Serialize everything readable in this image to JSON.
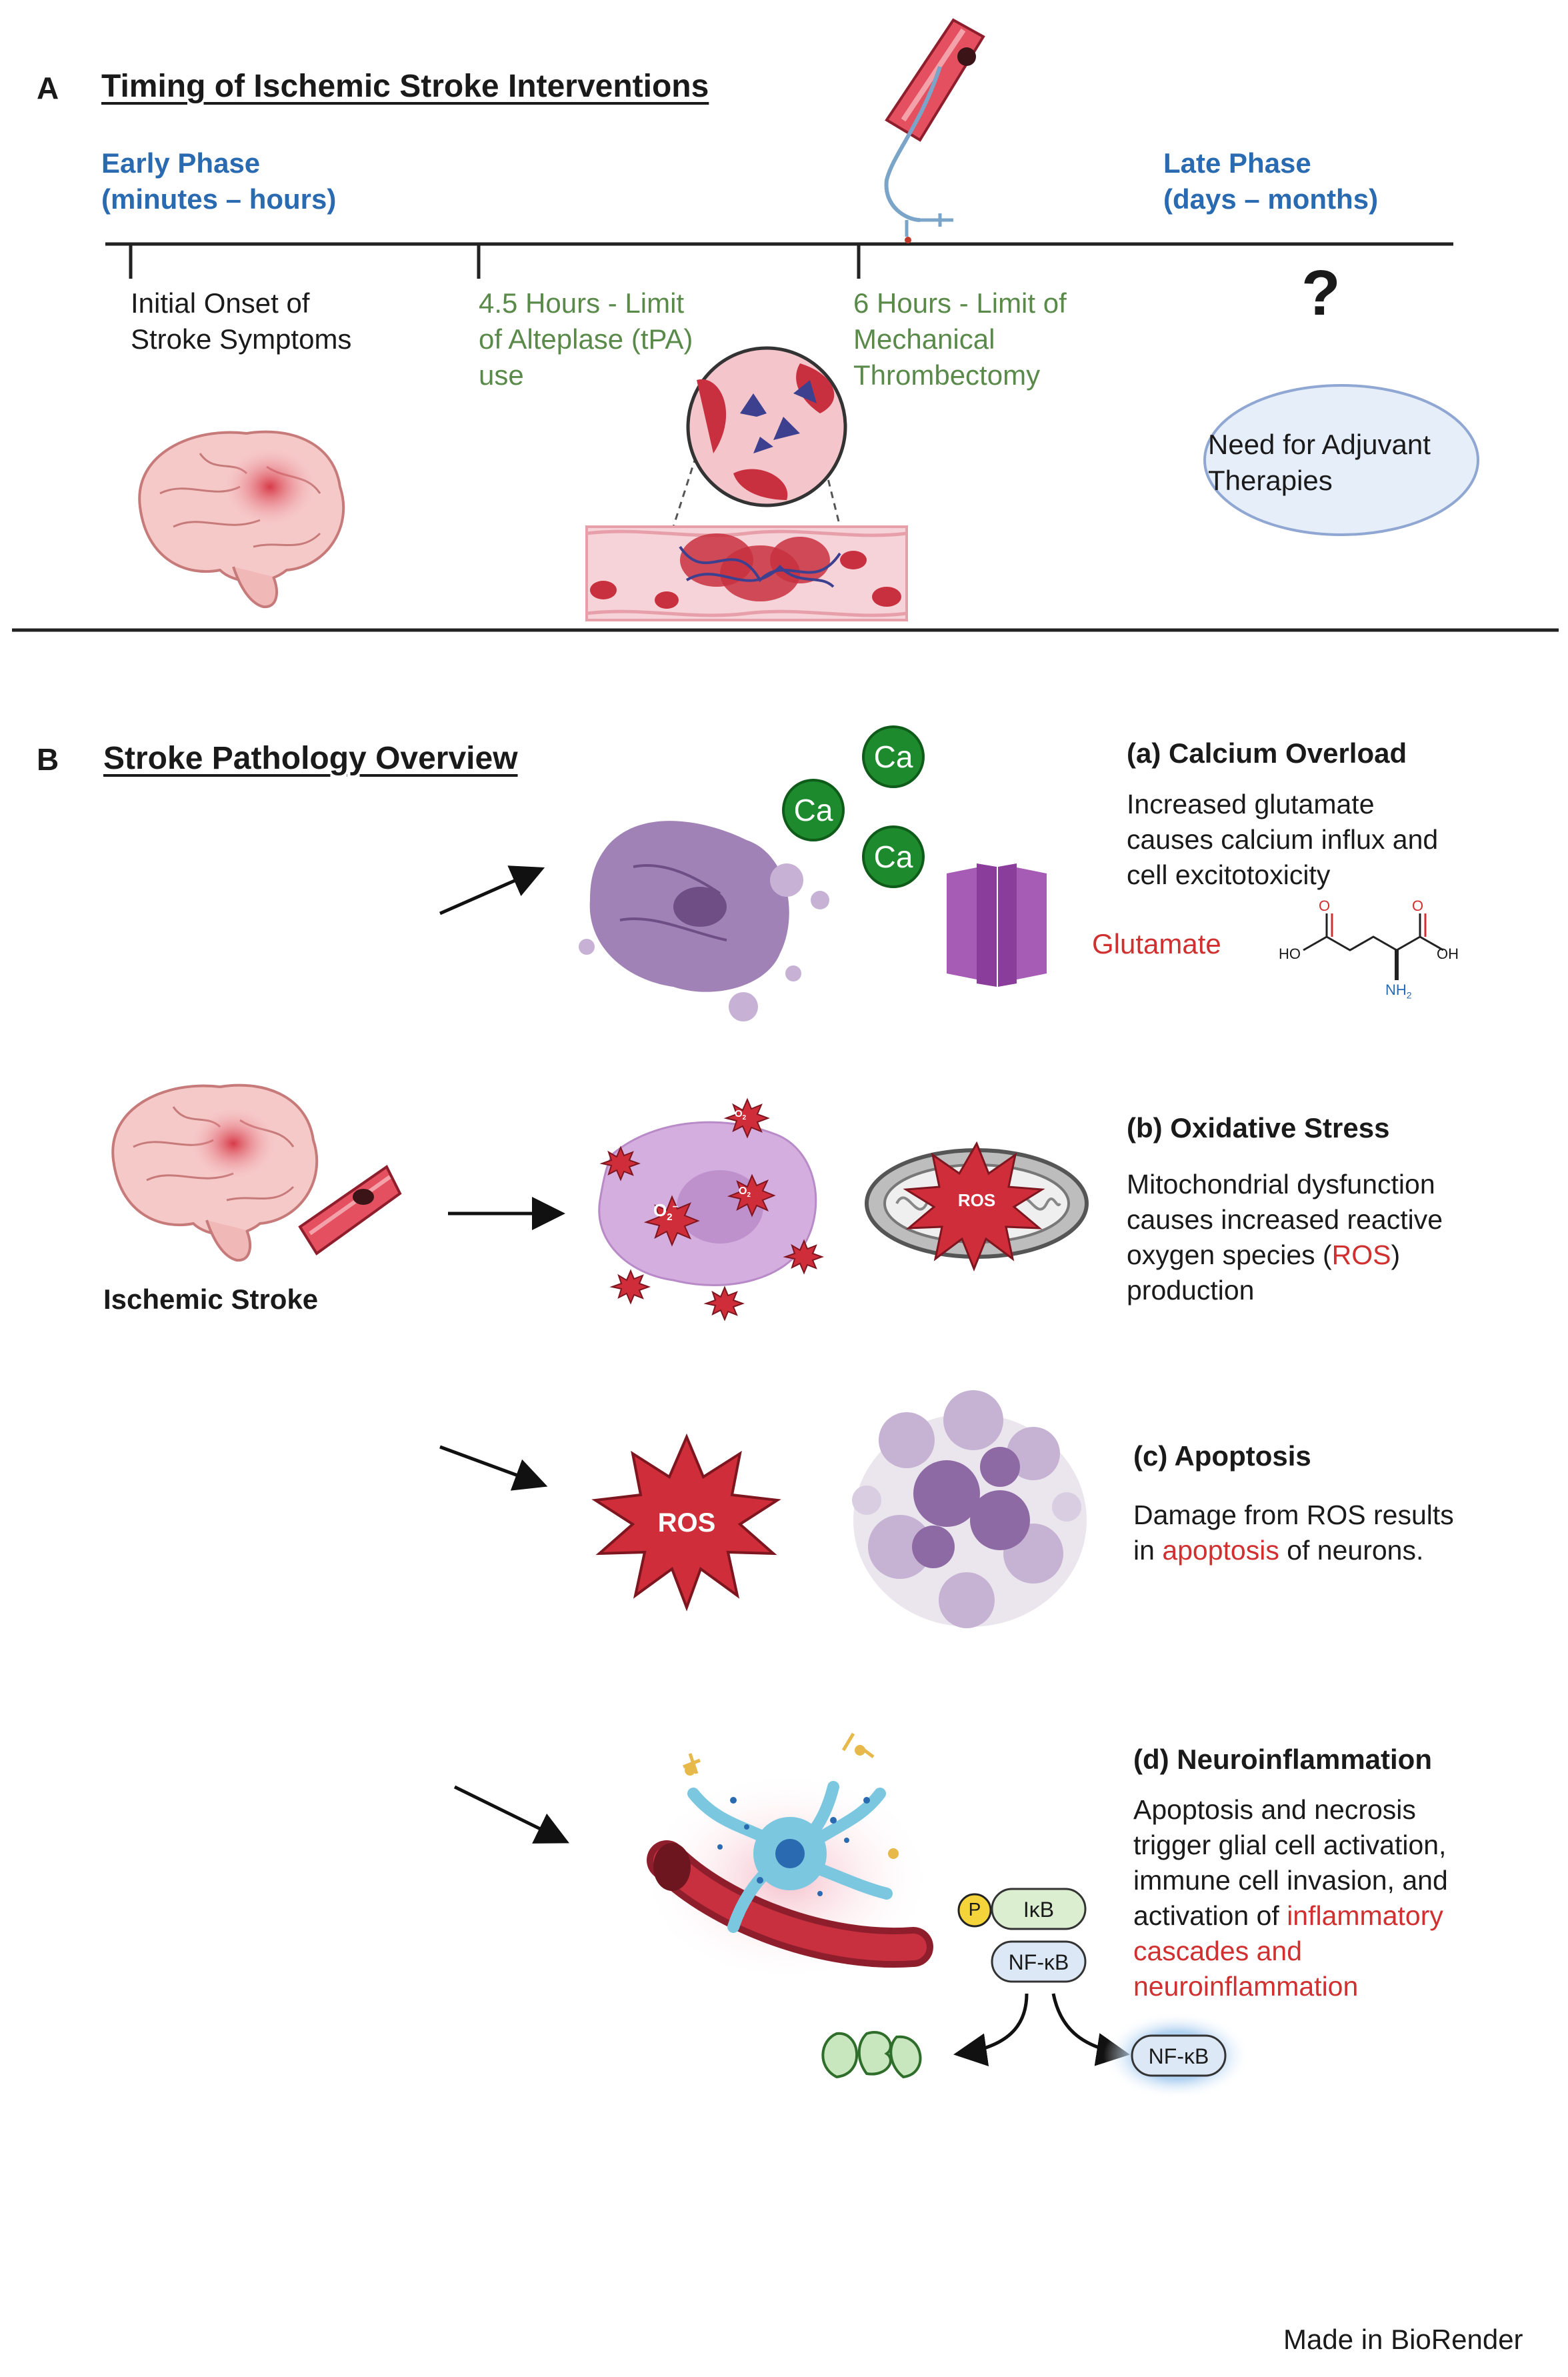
{
  "panelA": {
    "letter": "A",
    "title": "Timing of Ischemic Stroke Interventions",
    "early_phase": [
      "Early Phase",
      "(minutes – hours)"
    ],
    "late_phase": [
      "Late Phase",
      "(days – months)"
    ],
    "milestones": [
      [
        "Initial Onset of",
        "Stroke Symptoms"
      ],
      [
        "4.5 Hours - Limit",
        "of Alteplase (tPA)",
        "use"
      ],
      [
        "6 Hours - Limit of",
        "Mechanical",
        "Thrombectomy"
      ]
    ],
    "question_mark": "?",
    "adjuvant": [
      "Need for Adjuvant",
      "Therapies"
    ]
  },
  "panelB": {
    "letter": "B",
    "title": "Stroke Pathology Overview",
    "stroke_label": "Ischemic Stroke",
    "calcium": {
      "title": "(a) Calcium Overload",
      "body": [
        "Increased glutamate",
        "causes calcium influx and",
        "cell excitotoxicity"
      ],
      "ion": "Ca",
      "glutamate_label": "Glutamate",
      "molecule": {
        "o": "O",
        "ho": "HO",
        "oh": "OH",
        "nh": "NH",
        "sub": "2"
      }
    },
    "oxidative": {
      "title": "(b) Oxidative Stress",
      "body": [
        "Mitochondrial dysfunction",
        "causes increased reactive",
        "oxygen species (",
        "ROS",
        ")",
        "production"
      ],
      "ros": "ROS",
      "superoxide": "O",
      "superoxide_sub": "2",
      "superoxide_sup": "−"
    },
    "apoptosis": {
      "title": "(c) Apoptosis",
      "body_1": "Damage from ROS results",
      "body_2a": "in ",
      "body_2b": "apoptosis",
      "body_2c": " of neurons.",
      "ros": "ROS"
    },
    "neuro": {
      "title": "(d) Neuroinflammation",
      "body": [
        "Apoptosis and necrosis",
        "trigger glial cell activation,",
        "immune cell invasion, and",
        "activation of ",
        "inflammatory",
        "cascades and",
        "neuroinflammation"
      ],
      "p": "P",
      "ikb": "IκB",
      "nfkb": "NF-κB",
      "nfkb_free": "NF-κB"
    }
  },
  "footer": "Made in BioRender"
}
